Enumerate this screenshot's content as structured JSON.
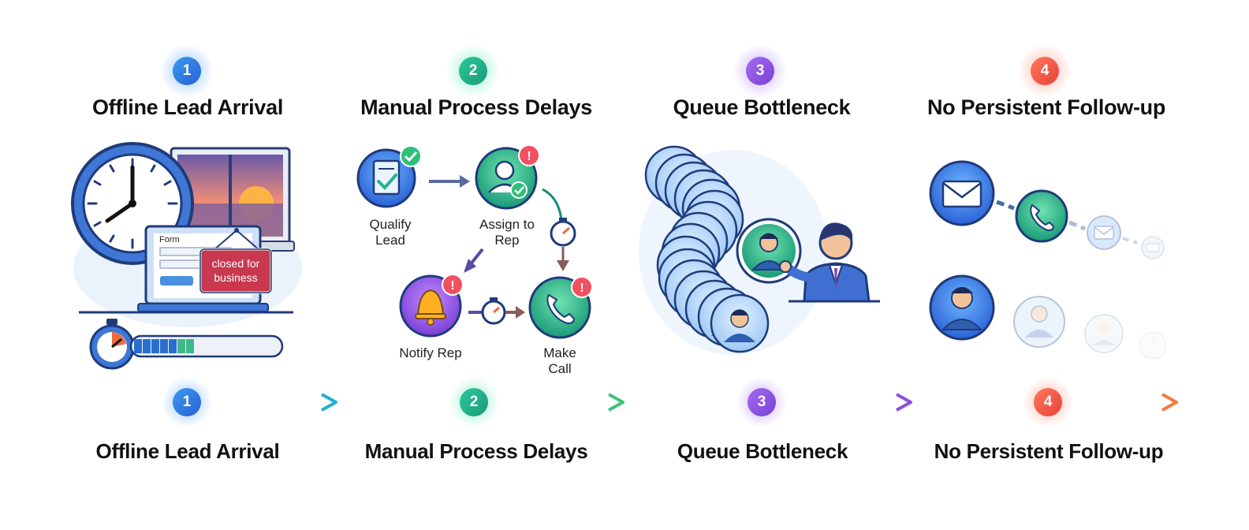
{
  "stages": [
    {
      "number": "1",
      "title": "Offline Lead Arrival",
      "color": "#2f7fe0",
      "glow": "#8ec3ff"
    },
    {
      "number": "2",
      "title": "Manual Process Delays",
      "color": "#22b38a",
      "glow": "#8ef0c8"
    },
    {
      "number": "3",
      "title": "Queue Bottleneck",
      "color": "#8a4fe0",
      "glow": "#c6a8ff"
    },
    {
      "number": "4",
      "title": "No Persistent Follow-up",
      "color": "#f0594a",
      "glow": "#ffb0a0"
    }
  ],
  "stage1": {
    "form_label": "Form",
    "sign_text_line1": "closed for",
    "sign_text_line2": "business",
    "progress": 0.6
  },
  "stage2": {
    "steps": [
      {
        "line1": "Qualify",
        "line2": "Lead"
      },
      {
        "line1": "Assign to",
        "line2": "Rep"
      },
      {
        "line1": "Notify Rep",
        "line2": ""
      },
      {
        "line1": "Make",
        "line2": "Call"
      }
    ]
  },
  "icons": {
    "clock": "clock-icon",
    "stopwatch": "stopwatch-icon",
    "bell": "bell-icon",
    "phone": "phone-icon",
    "envelope": "envelope-icon",
    "person": "person-icon",
    "alert": "alert-icon",
    "check": "check-icon"
  }
}
